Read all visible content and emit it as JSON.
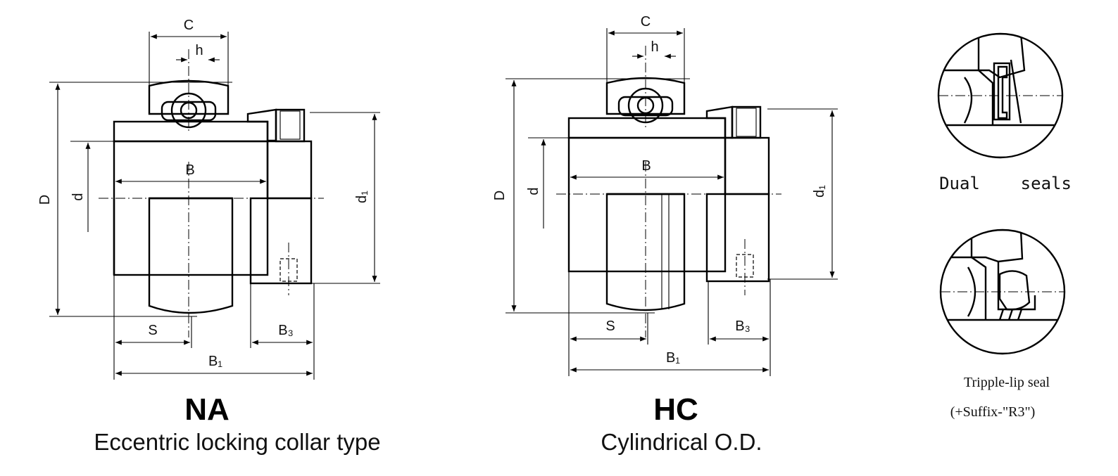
{
  "diagrams": [
    {
      "title": "NA",
      "subtitle": "Eccentric locking collar type",
      "dims": {
        "C": "C",
        "h": "h",
        "B": "B",
        "D": "D",
        "d": "d",
        "d1": "d₁",
        "S": "S",
        "B3": "B₃",
        "B1": "B₁"
      }
    },
    {
      "title": "HC",
      "subtitle": "Cylindrical O.D.",
      "dims": {
        "C": "C",
        "h": "h",
        "B": "B",
        "D": "D",
        "d": "d",
        "d1": "d₁",
        "S": "S",
        "B3": "B₃",
        "B1": "B₁"
      }
    }
  ],
  "seals": [
    {
      "label": "Dual    seals"
    },
    {
      "label": "Tripple-lip seal",
      "suffix": "(+Suffix-\"R3\")"
    }
  ]
}
